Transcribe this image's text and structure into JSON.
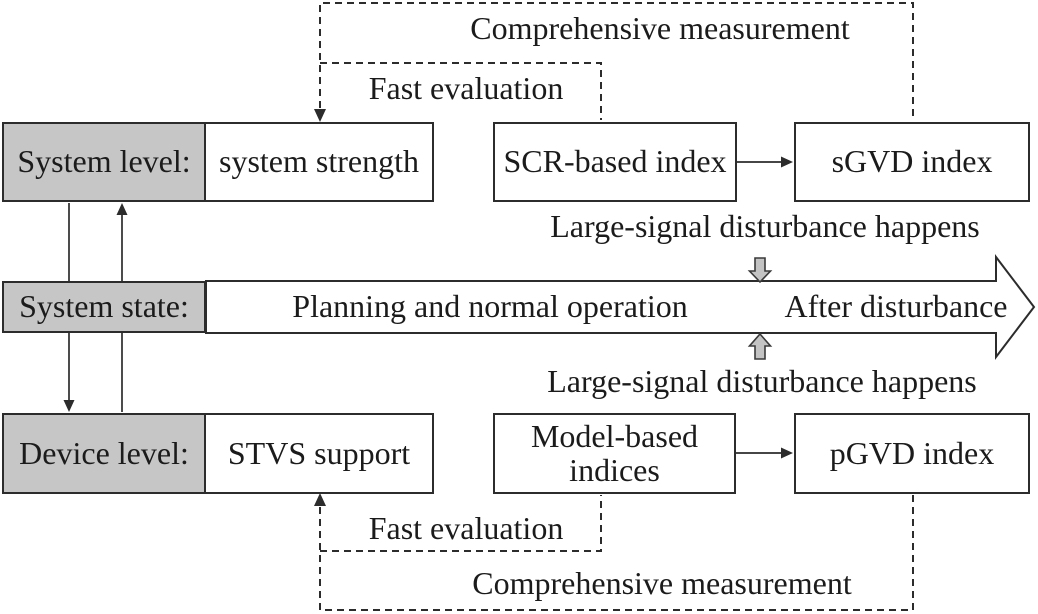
{
  "figure": {
    "feedback_top": {
      "comprehensive": "Comprehensive measurement",
      "fast": "Fast evaluation"
    },
    "row_system": {
      "level_label": "System level:",
      "attribute": "system strength",
      "index_box": "SCR-based index",
      "result_box": "sGVD index"
    },
    "timeline": {
      "state_label": "System state:",
      "phase_normal": "Planning and normal operation",
      "phase_after": "After disturbance",
      "event_above": "Large-signal disturbance happens",
      "event_below": "Large-signal disturbance happens"
    },
    "row_device": {
      "level_label": "Device level:",
      "attribute": "STVS support",
      "index_box": "Model-based indices",
      "result_box": "pGVD index"
    },
    "feedback_bottom": {
      "comprehensive": "Comprehensive measurement",
      "fast": "Fast evaluation"
    }
  },
  "colors": {
    "level_box_fill": "#c6c6c6",
    "block_arrow_fill": "#c3c3c3",
    "line": "#2c2c2c",
    "background": "#ffffff"
  }
}
